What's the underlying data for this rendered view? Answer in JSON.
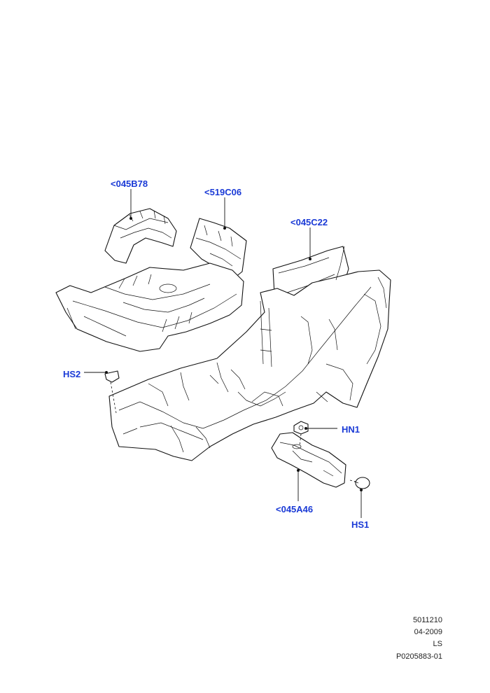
{
  "callouts": {
    "part_045b78": "<045B78",
    "part_519c06": "<519C06",
    "part_045c22": "<045C22",
    "part_hs2": "HS2",
    "part_hn1": "HN1",
    "part_045a46": "<045A46",
    "part_hs1": "HS1"
  },
  "meta": {
    "code": "5011210",
    "date": "04-2009",
    "region": "LS",
    "reference": "P0205883-01"
  },
  "colors": {
    "callout": "#1a3ad6",
    "line": "#111111",
    "background": "#ffffff"
  }
}
